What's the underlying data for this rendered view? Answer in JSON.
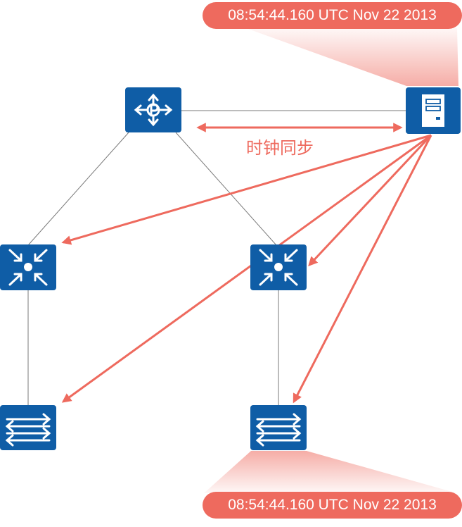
{
  "colors": {
    "accent": "#EE6A5E",
    "device": "#0F5DA6",
    "link": "#7A7A7A"
  },
  "clock_sync_label": "时钟同步",
  "timestamps": {
    "top": "08:54:44.160 UTC Nov 22 2013",
    "bottom": "08:54:44.160 UTC Nov 22 2013"
  },
  "devices": [
    {
      "id": "router",
      "icon": "router-icon"
    },
    {
      "id": "ntp-server",
      "icon": "server-icon"
    },
    {
      "id": "core-switch-left",
      "icon": "layer3-switch-icon"
    },
    {
      "id": "core-switch-right",
      "icon": "layer3-switch-icon"
    },
    {
      "id": "access-switch-left",
      "icon": "layer2-switch-icon"
    },
    {
      "id": "access-switch-right",
      "icon": "layer2-switch-icon"
    }
  ]
}
